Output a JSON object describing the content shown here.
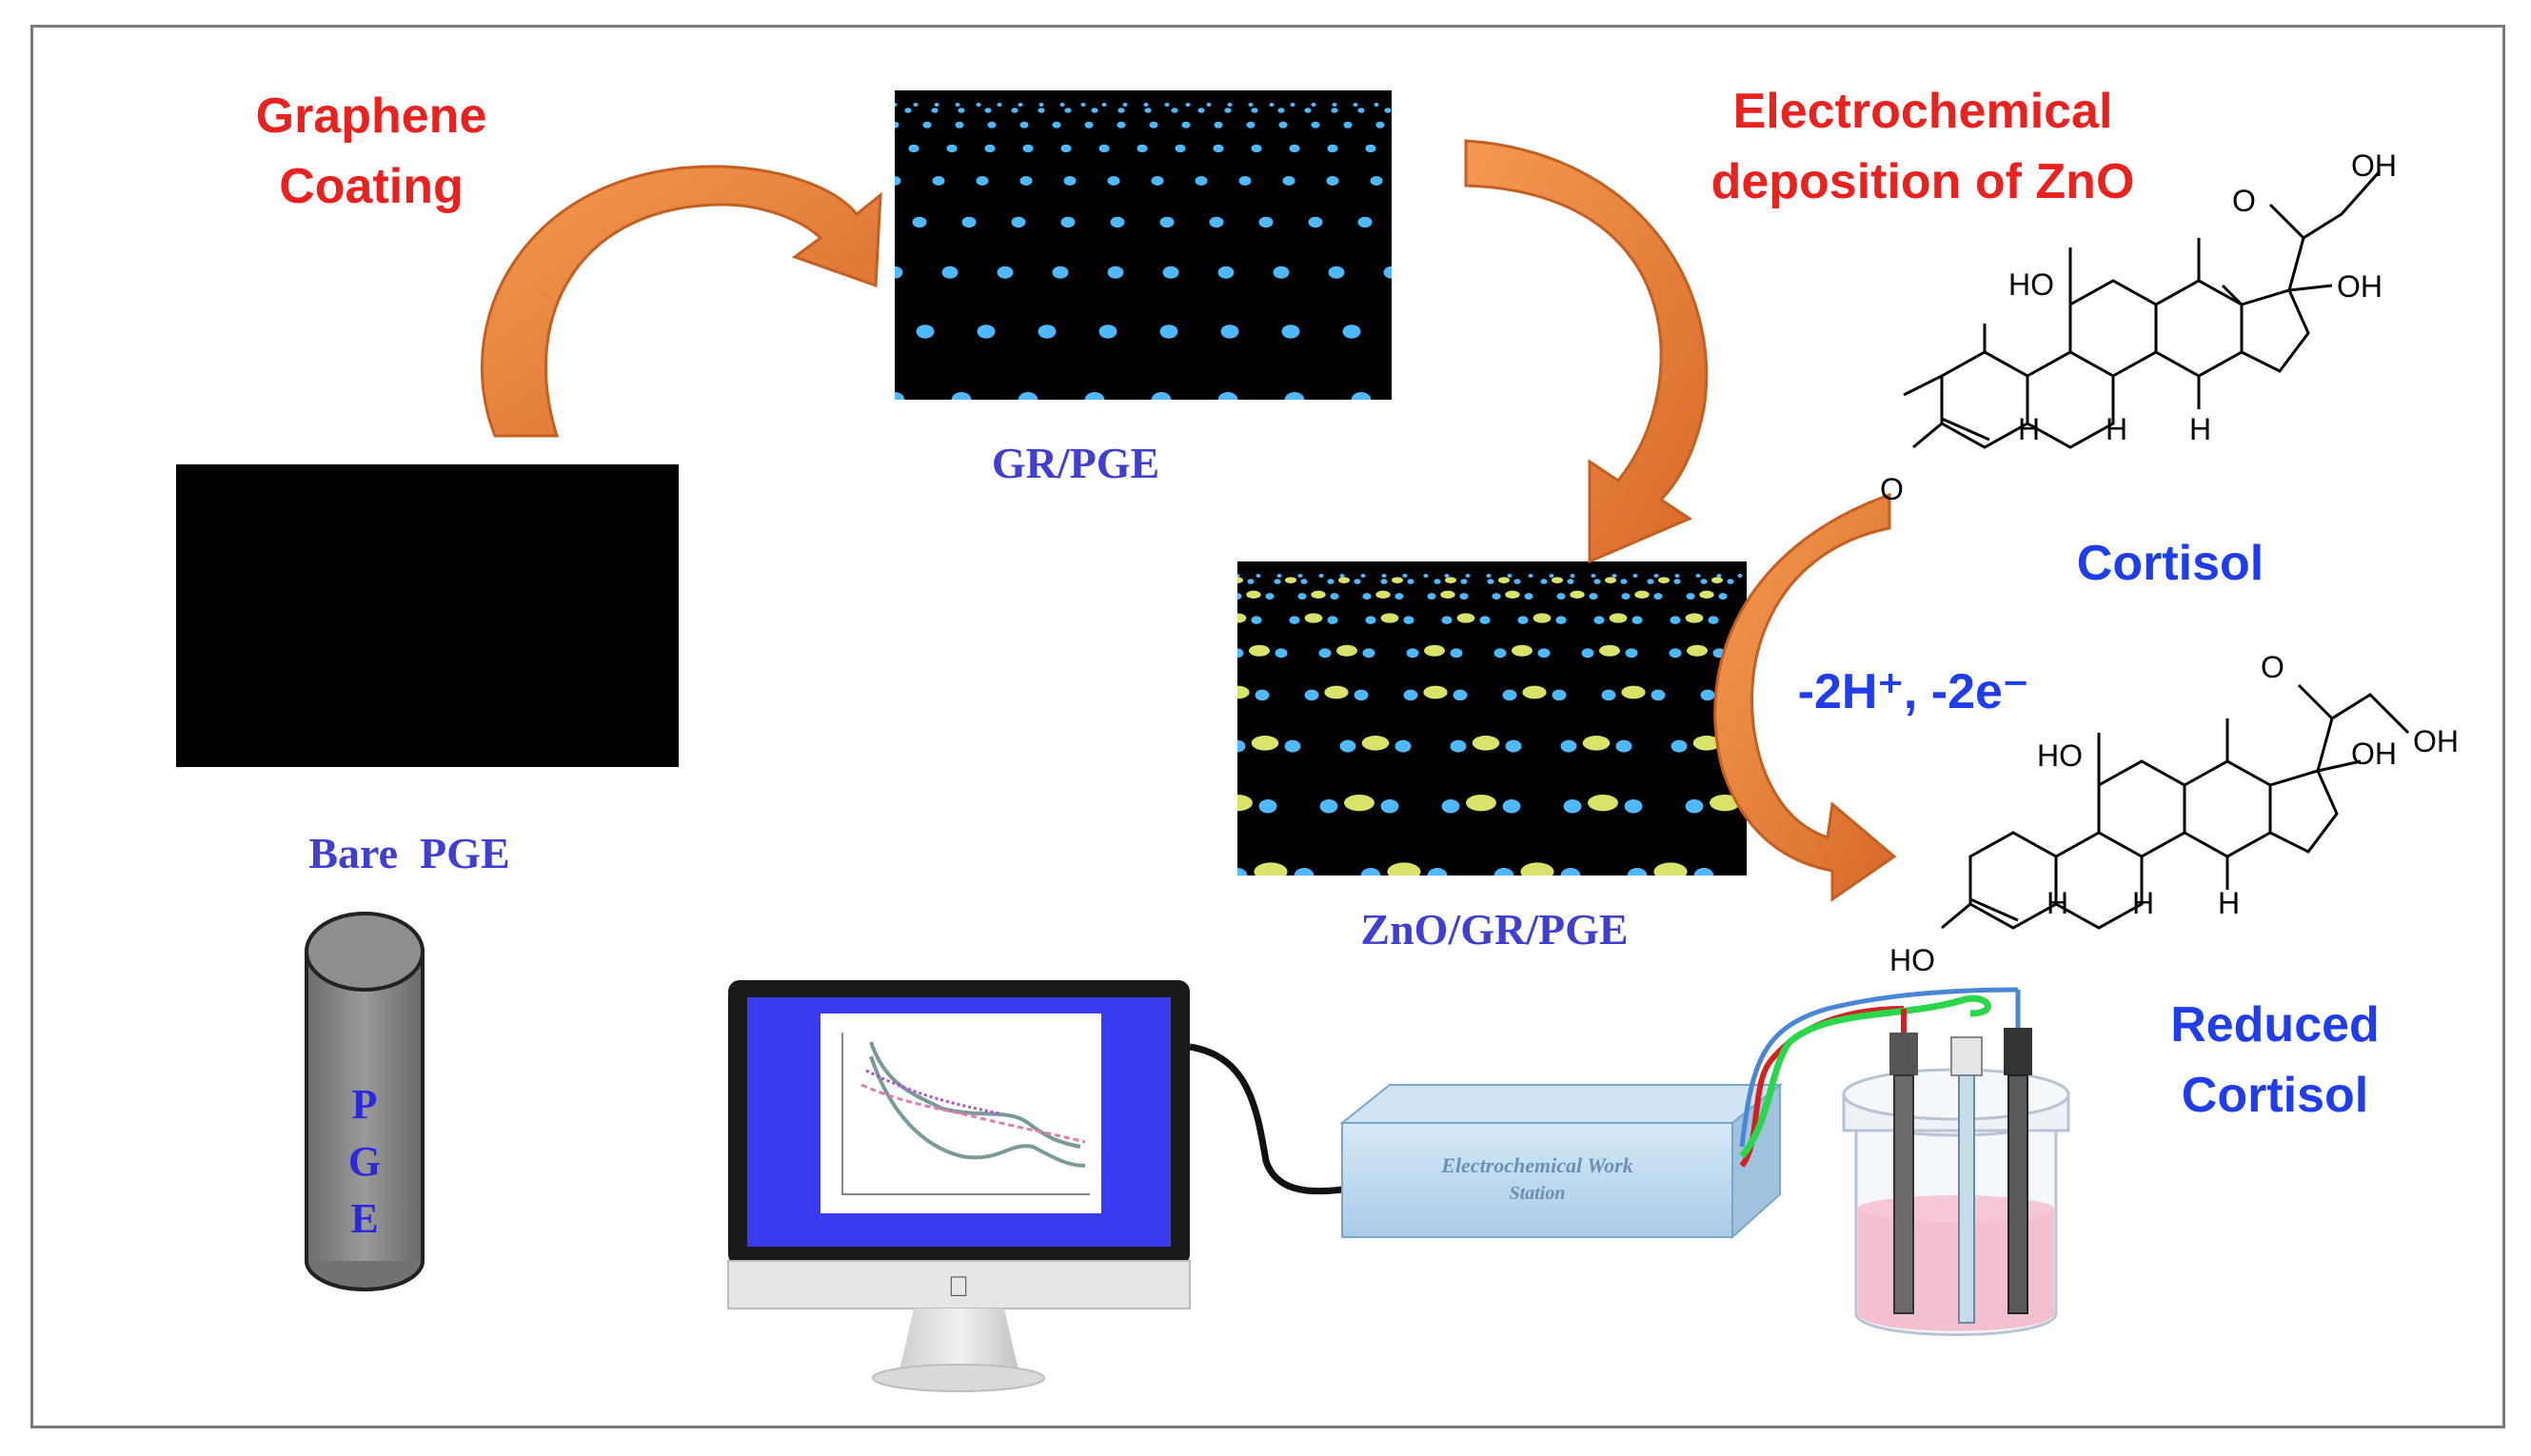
{
  "labels": {
    "graphene_coating": [
      "Graphene",
      "Coating"
    ],
    "electrochemical_deposition": [
      "Electrochemical",
      "deposition of ZnO"
    ],
    "gr_pge": "GR/PGE",
    "bare_pge": "Bare  PGE",
    "zno_gr_pge": "ZnO/GR/PGE",
    "cortisol": "Cortisol",
    "reduced_cortisol": [
      "Reduced",
      "Cortisol"
    ],
    "reaction": "-2H⁺, -2e⁻",
    "pge_rod_letters": [
      "P",
      "G",
      "E"
    ],
    "workstation": [
      "Electrochemical Work",
      "Station"
    ]
  },
  "molecules": {
    "cortisol_atoms": [
      "OH",
      "O",
      "HO",
      "OH",
      "H",
      "H",
      "H",
      "O"
    ],
    "reduced_atoms": [
      "O",
      "HO",
      "OH",
      "OH",
      "H",
      "H",
      "H",
      "HO"
    ]
  },
  "colors": {
    "arrow": "#e87a2e",
    "red_text": "#e8231f",
    "blue_text": "#1f3de8",
    "monitor_screen": "#3a3aef",
    "workstation_box": "#bcd9f0",
    "electrolyte": "#f2b6c8"
  }
}
